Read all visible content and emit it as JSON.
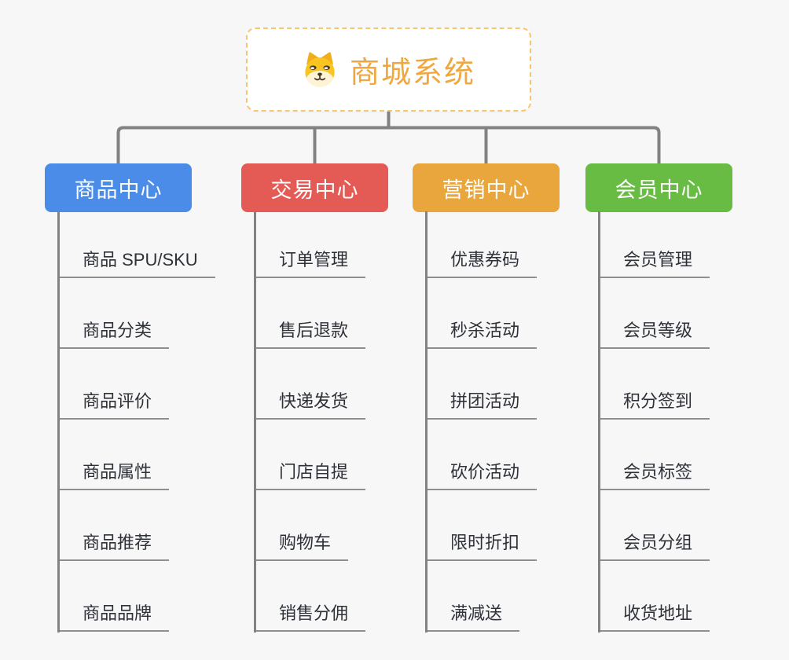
{
  "root": {
    "title": "商城系统",
    "icon": "shiba-dog-icon"
  },
  "branches": [
    {
      "label": "商品中心",
      "color": "#4a8ce8",
      "children": [
        "商品 SPU/SKU",
        "商品分类",
        "商品评价",
        "商品属性",
        "商品推荐",
        "商品品牌"
      ]
    },
    {
      "label": "交易中心",
      "color": "#e45b55",
      "children": [
        "订单管理",
        "售后退款",
        "快递发货",
        "门店自提",
        "购物车",
        "销售分佣"
      ]
    },
    {
      "label": "营销中心",
      "color": "#e9a63d",
      "children": [
        "优惠券码",
        "秒杀活动",
        "拼团活动",
        "砍价活动",
        "限时折扣",
        "满减送"
      ]
    },
    {
      "label": "会员中心",
      "color": "#68bb43",
      "children": [
        "会员管理",
        "会员等级",
        "积分签到",
        "会员标签",
        "会员分组",
        "收货地址"
      ]
    }
  ],
  "colors": {
    "background": "#f7f7f7",
    "connector": "#828282",
    "underline": "#8f8f8f",
    "item_text": "#2e3138",
    "root_text": "#f0a73f",
    "root_border": "#f7c56f"
  }
}
